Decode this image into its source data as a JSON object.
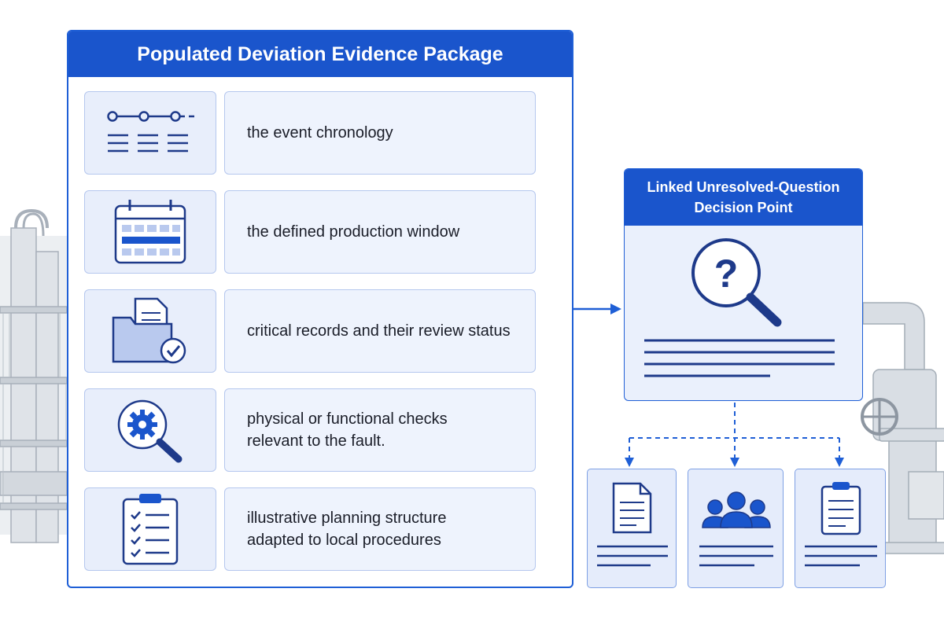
{
  "package": {
    "title": "Populated Deviation Evidence Package",
    "items": [
      {
        "icon": "timeline-icon",
        "label": "the event chronology"
      },
      {
        "icon": "calendar-icon",
        "label": "the defined production window"
      },
      {
        "icon": "folder-check-icon",
        "label": "critical records and their review status"
      },
      {
        "icon": "gear-search-icon",
        "label": "physical or functional checks\nrelevant to the fault."
      },
      {
        "icon": "clipboard-checklist-icon",
        "label": "illustrative planning structure\nadapted to local procedures"
      }
    ]
  },
  "decision_point": {
    "title": "Linked Unresolved-Question\nDecision Point",
    "icon": "question-magnifier-icon"
  },
  "outputs": [
    {
      "icon": "document-icon"
    },
    {
      "icon": "people-icon"
    },
    {
      "icon": "clipboard-icon"
    }
  ],
  "colors": {
    "primary": "#1a55cc",
    "card_fill": "#e8eefb",
    "card_border": "#b5c7ee",
    "icon_stroke": "#1e3a8a",
    "connector": "#1f5fd6"
  }
}
